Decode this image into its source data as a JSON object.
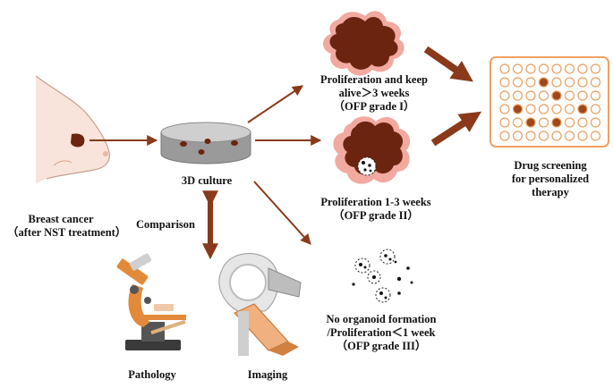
{
  "source": {
    "label_line1": "Breast cancer",
    "label_line2": "（after NST treatment）"
  },
  "culture": {
    "label": "3D culture"
  },
  "comparison": {
    "label": "Comparison"
  },
  "outcomes": {
    "grade1": {
      "line1": "Proliferation and keep",
      "line2": "alive＞3 weeks",
      "line3": "（OFP grade I）"
    },
    "grade2": {
      "line1": "Proliferation 1-3 weeks",
      "line2": "（OFP grade II）"
    },
    "grade3": {
      "line1": "No organoid formation",
      "line2": "/Proliferation＜1 week",
      "line3": "（OFP grade III）"
    }
  },
  "screening": {
    "line1": "Drug screening",
    "line2": "for personalized",
    "line3": "therapy"
  },
  "methods": {
    "pathology": "Pathology",
    "imaging": "Imaging"
  },
  "colors": {
    "arrow": "#8a3a1a",
    "tumor": "#6b2410",
    "tumor_halo": "#f2a9a0",
    "plate": "#f0a060",
    "skin": "#f6dcd0"
  },
  "icons": [
    "breast-illustration",
    "culture-dish-icon",
    "organoid-grade1-icon",
    "organoid-grade2-icon",
    "organoid-grade3-icon",
    "well-plate-icon",
    "microscope-icon",
    "ct-scanner-icon"
  ]
}
